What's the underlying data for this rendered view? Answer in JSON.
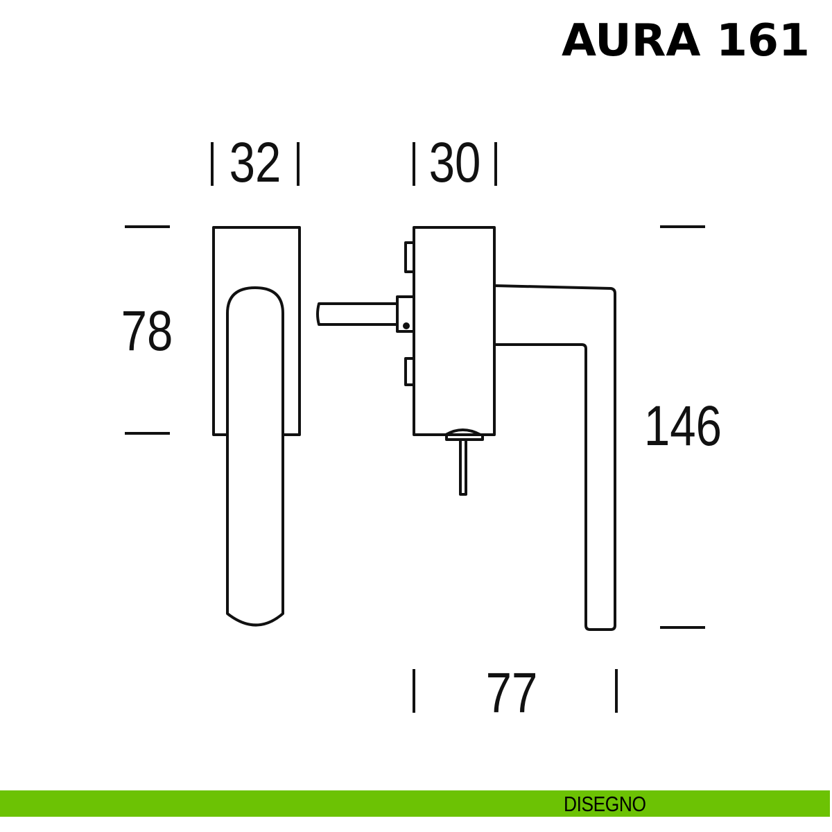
{
  "title": "AURA 161",
  "dimensions": {
    "front_width": "32",
    "side_width": "30",
    "rose_height": "78",
    "total_height": "146",
    "projection": "77"
  },
  "footer": {
    "label": "DISEGNO",
    "color": "#6cc204"
  }
}
